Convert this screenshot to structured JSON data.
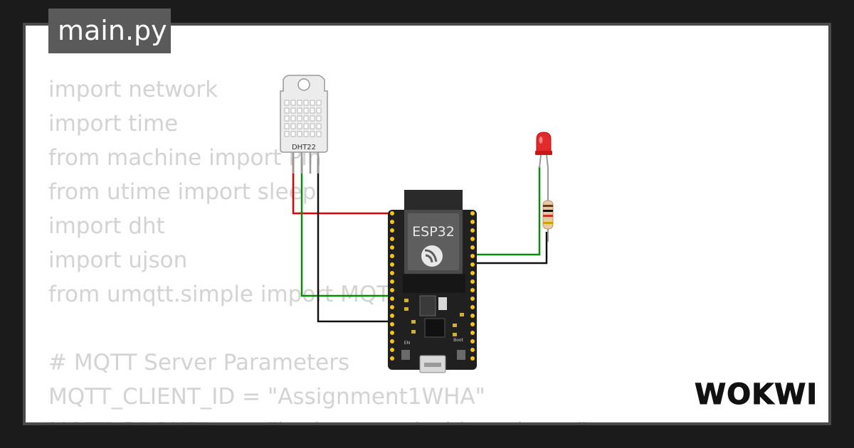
{
  "window": {
    "tab_label": "main.py"
  },
  "editor": {
    "lines": [
      "import network",
      "import time",
      "from machine import Pin",
      "from utime import sleep",
      "import dht",
      "import ujson",
      "from umqtt.simple import MQTTClient",
      "",
      "# MQTT Server Parameters",
      "MQTT_CLIENT_ID = \"Assignment1WHA\"",
      "MQTT_BROKER    = \"broker.mqttdashboard.com\""
    ]
  },
  "components": {
    "sensor_label": "DHT22",
    "board_label": "ESP32",
    "boot_label": "Boot",
    "en_label": "EN"
  },
  "wires": {
    "red": "#e00000",
    "green": "#0a8a0a",
    "black": "#111111"
  },
  "brand": {
    "logo_text": "WOKWI"
  }
}
